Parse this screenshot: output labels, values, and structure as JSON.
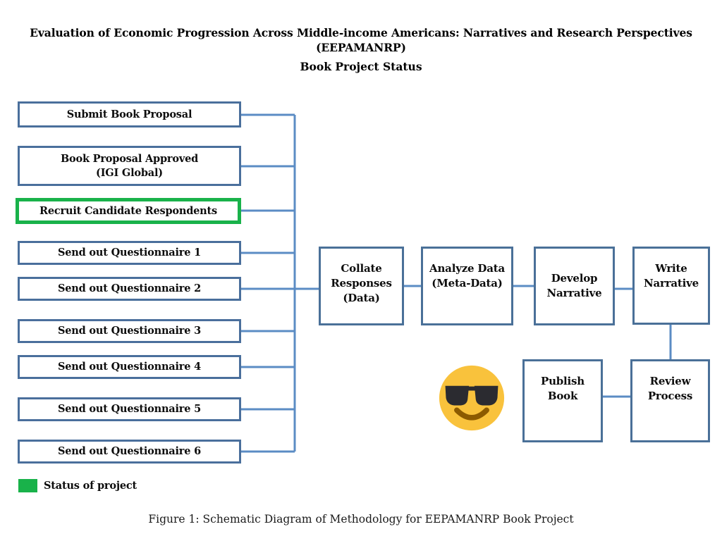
{
  "figure": {
    "title_line1": "Evaluation of Economic Progression Across Middle-income Americans: Narratives and Research Perspectives",
    "title_line2": "(EEPAMANRP)",
    "subtitle": "Book Project Status",
    "caption": "Figure 1: Schematic Diagram of Methodology for EEPAMANRP Book Project"
  },
  "colors": {
    "box_border_blue": "#4a6f9c",
    "connector_blue": "#5b8cc4",
    "highlight_green": "#19b24a",
    "emoji_yellow": "#f9c23c",
    "emoji_glasses": "#2b2b30",
    "emoji_mouth": "#8c5a00",
    "background": "#ffffff",
    "text": "#0d0d0d"
  },
  "legend": {
    "swatch_color": "#19b24a",
    "label": "Status of project"
  },
  "left_column": [
    {
      "id": "submit-book-proposal",
      "label": "Submit Book Proposal",
      "highlighted": false
    },
    {
      "id": "book-proposal-approved",
      "label": "Book Proposal Approved\n(IGI Global)",
      "highlighted": false
    },
    {
      "id": "recruit-candidate-respondents",
      "label": "Recruit Candidate Respondents",
      "highlighted": true
    },
    {
      "id": "send-out-questionnaire-1",
      "label": "Send out Questionnaire 1",
      "highlighted": false
    },
    {
      "id": "send-out-questionnaire-2",
      "label": "Send out Questionnaire 2",
      "highlighted": false
    },
    {
      "id": "send-out-questionnaire-3",
      "label": "Send out Questionnaire 3",
      "highlighted": false
    },
    {
      "id": "send-out-questionnaire-4",
      "label": "Send out Questionnaire 4",
      "highlighted": false
    },
    {
      "id": "send-out-questionnaire-5",
      "label": "Send out Questionnaire 5",
      "highlighted": false
    },
    {
      "id": "send-out-questionnaire-6",
      "label": "Send out Questionnaire 6",
      "highlighted": false
    }
  ],
  "process_row": [
    {
      "id": "collate-responses",
      "label": "Collate\nResponses\n(Data)"
    },
    {
      "id": "analyze-data",
      "label": "Analyze Data\n(Meta-Data)"
    },
    {
      "id": "develop-narrative",
      "label": "Develop\nNarrative"
    },
    {
      "id": "write-narrative",
      "label": "Write\nNarrative"
    }
  ],
  "bottom_row": [
    {
      "id": "publish-book",
      "label": "Publish\nBook"
    },
    {
      "id": "review-process",
      "label": "Review\nProcess"
    }
  ]
}
